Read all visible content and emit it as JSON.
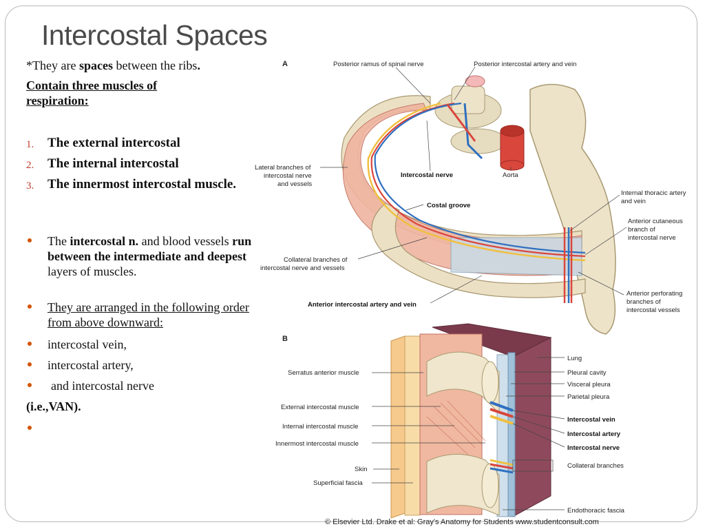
{
  "slide": {
    "title": "Intercostal Spaces",
    "intro": {
      "bullet_mark": "*",
      "pre": "They are ",
      "bold": "spaces",
      "post": " between the ribs",
      "end": "."
    },
    "muscles_heading": "Contain three muscles of respiration:",
    "muscles": [
      {
        "num": "1.",
        "text": "The external intercostal"
      },
      {
        "num": "2.",
        "text": "The internal intercostal"
      },
      {
        "num": "3.",
        "text": "The innermost intercostal muscle."
      }
    ],
    "bullets": {
      "b1": {
        "pre": "The ",
        "bold1": "intercostal n.",
        "mid": " and blood vessels ",
        "bold2": "run between the intermediate and deepest",
        "post": " layers of muscles."
      },
      "b2": "They are arranged in the following order from above downward:",
      "b3": "intercostal vein,",
      "b4": "intercostal artery,",
      "b5": "and intercostal nerve"
    },
    "ie": "(i.e.,VAN).",
    "accent_color": "#d35400",
    "number_color": "#c0392b"
  },
  "figure": {
    "panel_a": {
      "letter": "A",
      "labels": {
        "posterior_ramus": "Posterior ramus of spinal nerve",
        "posterior_artery_vein": "Posterior intercostal artery and vein",
        "lateral_branches_1": "Lateral branches of",
        "lateral_branches_2": "intercostal nerve",
        "lateral_branches_3": "and vessels",
        "intercostal_nerve": "Intercostal nerve",
        "aorta": "Aorta",
        "internal_thoracic_1": "Internal thoracic artery",
        "internal_thoracic_2": "and vein",
        "costal_groove": "Costal groove",
        "anterior_cutaneous_1": "Anterior cutaneous",
        "anterior_cutaneous_2": "branch of",
        "anterior_cutaneous_3": "intercostal nerve",
        "collateral_1": "Collateral branches of",
        "collateral_2": "intercostal nerve and vessels",
        "anterior_perforating_1": "Anterior perforating",
        "anterior_perforating_2": "branches of",
        "anterior_perforating_3": "intercostal vessels",
        "anterior_artery_vein": "Anterior intercostal artery and vein"
      }
    },
    "panel_b": {
      "letter": "B",
      "labels": {
        "serratus": "Serratus anterior muscle",
        "external": "External intercostal muscle",
        "internal": "Internal intercostal muscle",
        "innermost": "Innermost intercostal muscle",
        "skin": "Skin",
        "superficial_fascia": "Superficial fascia",
        "lung": "Lung",
        "pleural_cavity": "Pleural cavity",
        "visceral_pleura": "Visceral pleura",
        "parietal_pleura": "Parietal pleura",
        "intercostal_vein": "Intercostal vein",
        "intercostal_artery": "Intercostal artery",
        "intercostal_nerve": "Intercostal nerve",
        "collateral_branches": "Collateral branches",
        "endothoracic_fascia": "Endothoracic fascia"
      }
    },
    "credit": "© Elsevier Ltd. Drake et al: Gray's Anatomy for Students www.studentconsult.com"
  }
}
